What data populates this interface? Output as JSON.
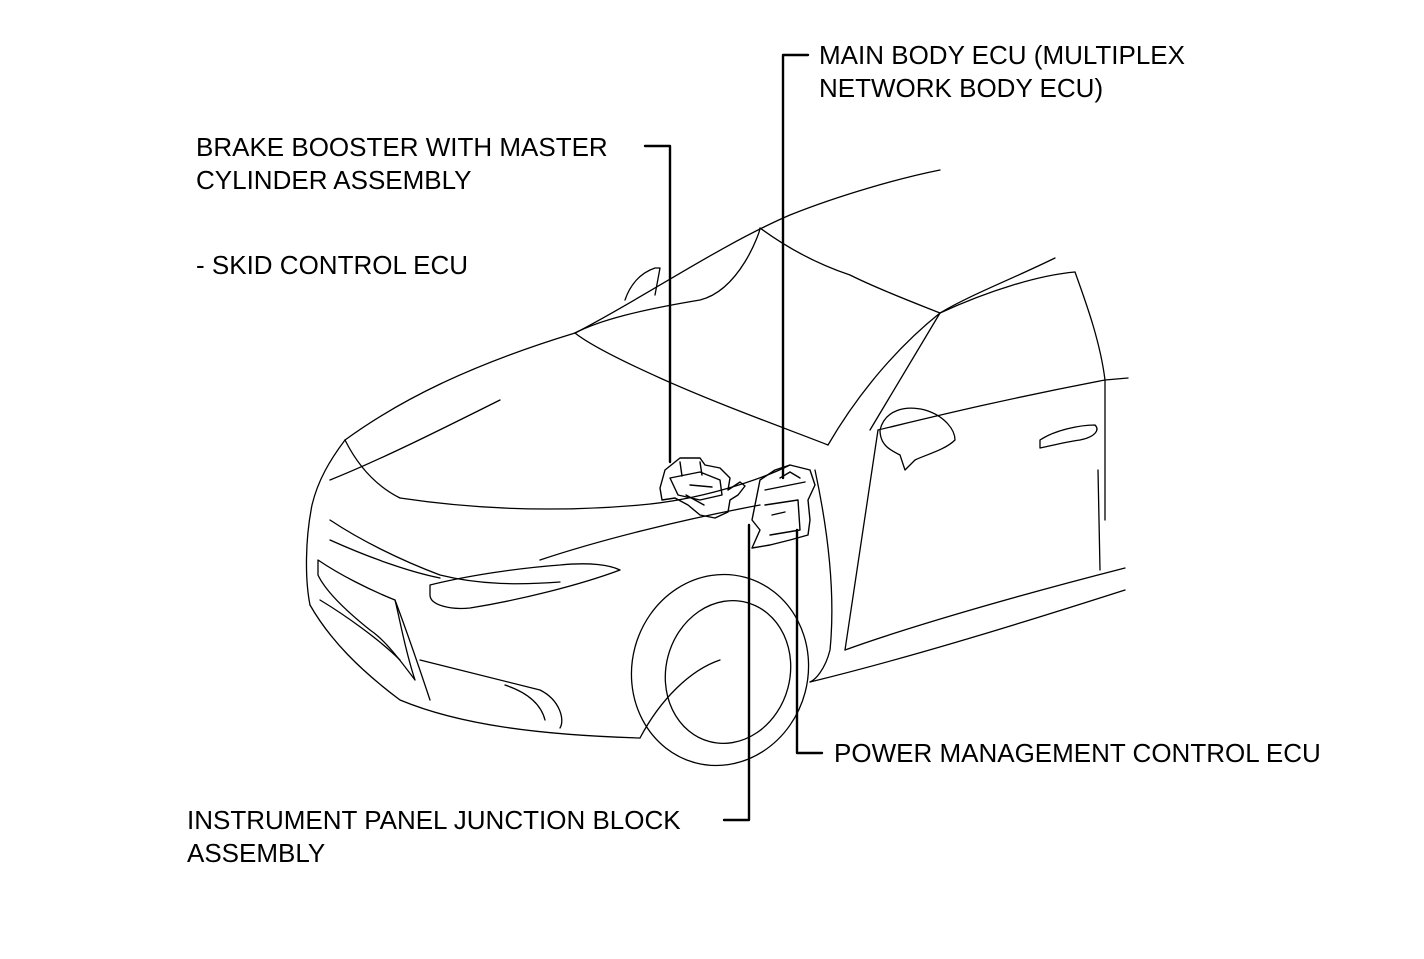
{
  "labels": {
    "brake_booster": {
      "line1": "BRAKE BOOSTER WITH MASTER",
      "line2": "CYLINDER ASSEMBLY"
    },
    "skid_control": "- SKID CONTROL ECU",
    "main_body_ecu": {
      "line1": "MAIN BODY ECU (MULTIPLEX",
      "line2": "NETWORK BODY ECU)"
    },
    "power_management": "POWER MANAGEMENT CONTROL ECU",
    "instrument_panel": {
      "line1": "INSTRUMENT PANEL JUNCTION BLOCK",
      "line2": "ASSEMBLY"
    }
  },
  "colors": {
    "line": "#000000",
    "background": "#ffffff"
  }
}
